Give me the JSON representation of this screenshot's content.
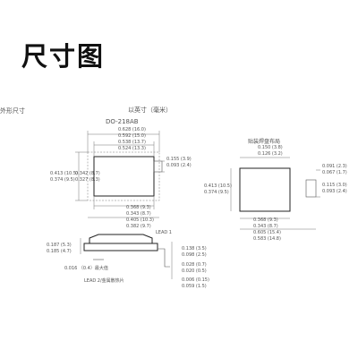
{
  "title": "尺寸图",
  "outline_heading": "外形尺寸",
  "units_note": "以英寸（毫米）",
  "package_name": "DO-218AB",
  "pad_heading": "贴装焊盘布局",
  "lead_1_label": "LEAD 1",
  "lead_2_label": "LEAD 2/金属散热片",
  "top_view_dims": {
    "width_top_max": "0.628 (16.0)",
    "width_top_min": "0.592 (15.0)",
    "body_width_max": "0.538 (13.7)",
    "body_width_min": "0.524 (13.3)",
    "height_max": "0.413 (10.5)",
    "height_min": "0.374 (9.5)",
    "inner_height_max": "0.342 (8.7)",
    "inner_height_min": "0.327 (8.3)",
    "tab_max": "0.155 (3.9)",
    "tab_min": "0.093 (2.4)",
    "bottom1_max": "0.368 (9.3)",
    "bottom1_min": "0.343 (8.7)",
    "bottom2_max": "0.405 (10.3)",
    "bottom2_min": "0.382 (9.7)"
  },
  "side_view_dims": {
    "left_max": "0.187 (5.3)",
    "left_min": "0.185 (4.7)",
    "right1_max": "0.138 (3.5)",
    "right1_min": "0.098 (2.5)",
    "right2_max": "0.028 (0.7)",
    "right2_min": "0.020 (0.5)",
    "right3_max": "0.006 (0.15)",
    "right3_min": "0.059 (1.5)",
    "lead_thickness": "0.016 （0.4）最大值"
  },
  "pad_dims": {
    "top_max": "0.150 (3.8)",
    "top_min": "0.126 (3.2)",
    "height_max": "0.413 (10.5)",
    "height_min": "0.374 (9.5)",
    "right1_max": "0.091 (2.3)",
    "right1_min": "0.067 (1.7)",
    "right2_max": "0.115 (3.0)",
    "right2_min": "0.093 (2.4)",
    "bottom1_max": "0.368 (9.3)",
    "bottom1_min": "0.343 (8.7)",
    "bottom2_max": "0.605 (15.4)",
    "bottom2_min": "0.583 (14.8)"
  }
}
